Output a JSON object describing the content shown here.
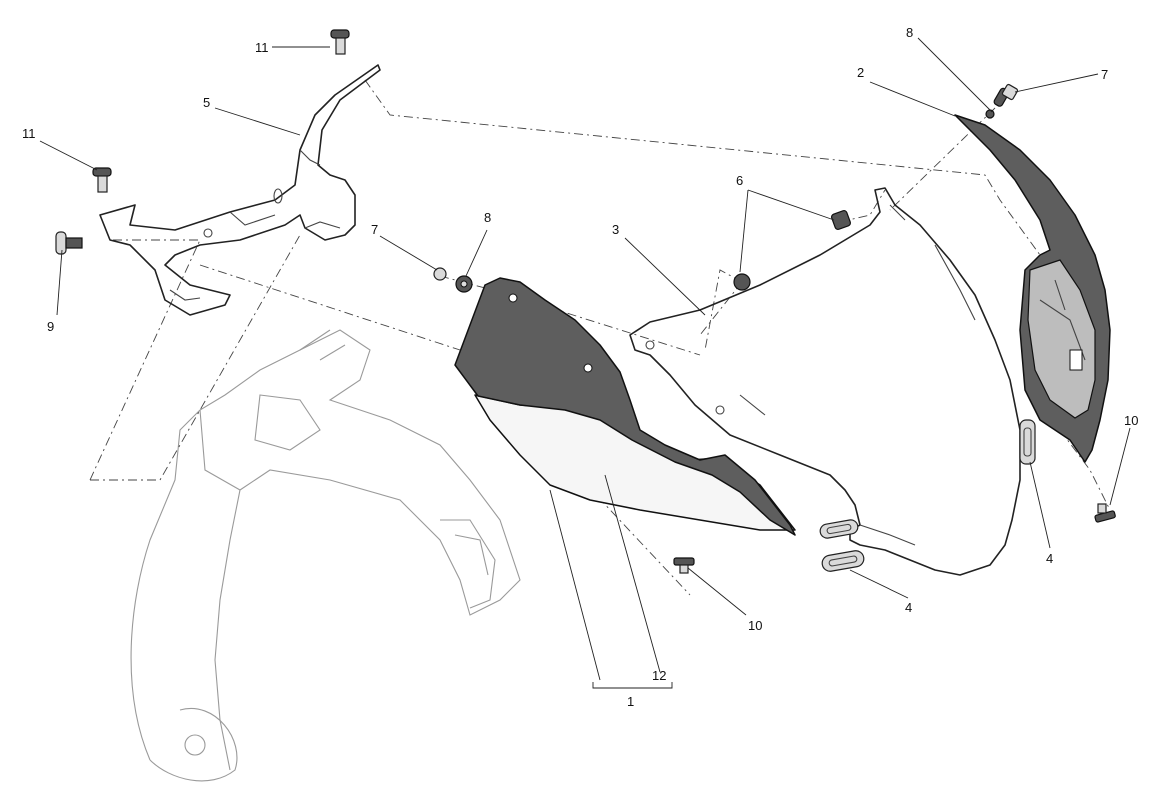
{
  "callouts": {
    "c1": "1",
    "c2": "2",
    "c3": "3",
    "c4a": "4",
    "c4b": "4",
    "c5": "5",
    "c6": "6",
    "c7a": "7",
    "c7b": "7",
    "c8a": "8",
    "c8b": "8",
    "c9": "9",
    "c10a": "10",
    "c10b": "10",
    "c11a": "11",
    "c11b": "11",
    "c12": "12"
  }
}
